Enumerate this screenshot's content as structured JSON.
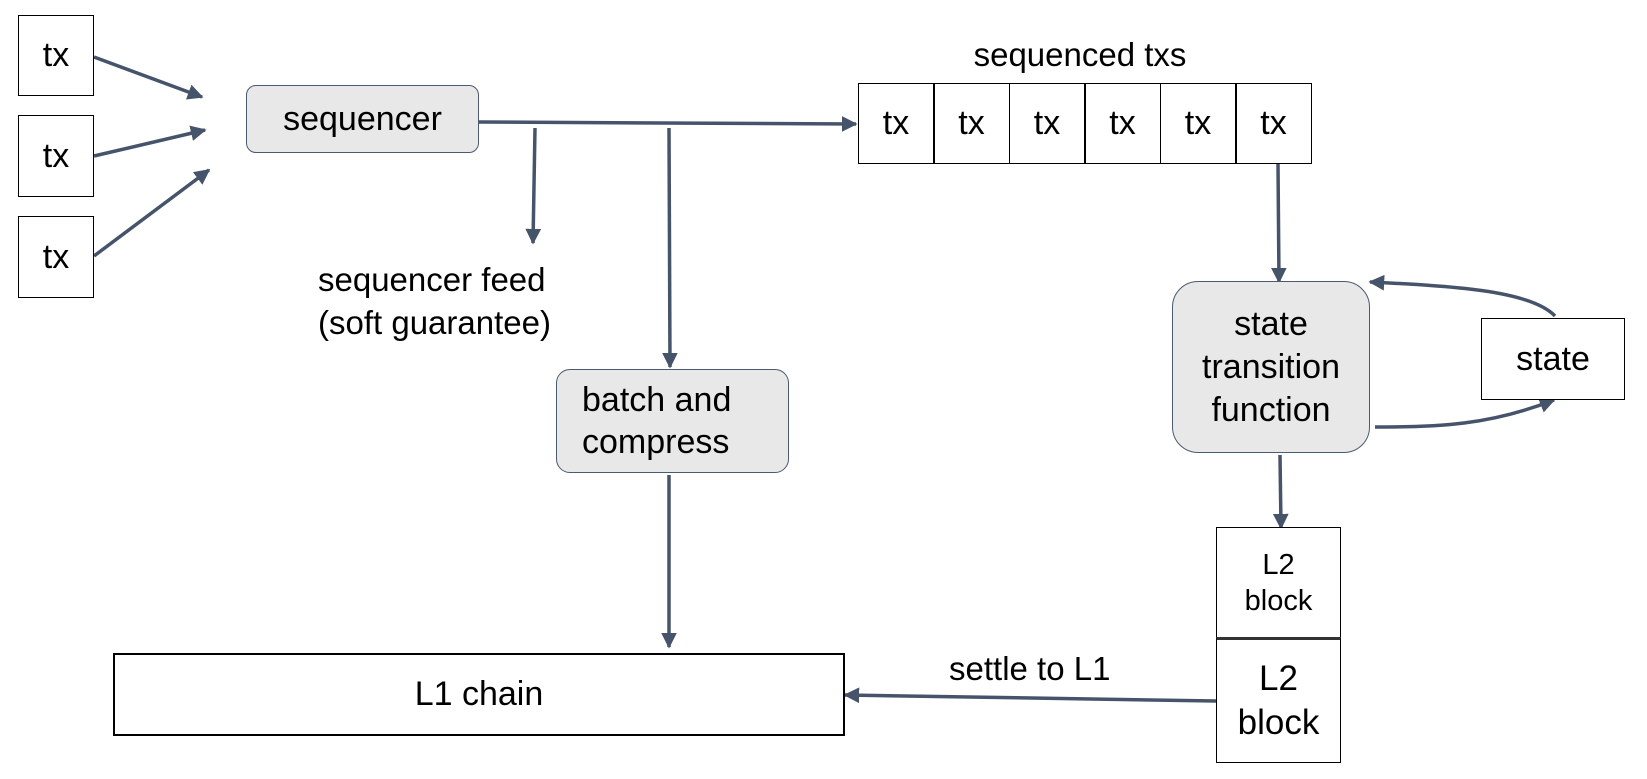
{
  "inputs": {
    "tx_1": "tx",
    "tx_2": "tx",
    "tx_3": "tx"
  },
  "sequencer": "sequencer",
  "sequenced_txs": {
    "title": "sequenced txs",
    "items": [
      "tx",
      "tx",
      "tx",
      "tx",
      "tx",
      "tx"
    ]
  },
  "sequencer_feed": "sequencer feed\n(soft guarantee)",
  "batch_and_compress": "batch and\ncompress",
  "state_transition_function": "state\ntransition\nfunction",
  "state": "state",
  "l2_block_1": "L2\nblock",
  "l2_block_2": "L2\nblock",
  "l1_chain": "L1 chain",
  "settle_label": "settle to L1",
  "colors": {
    "arrow": "#46546b",
    "process_fill": "#e8e8e8",
    "process_border": "#4a5a70",
    "box_border": "#000000",
    "text": "#000000",
    "background": "#ffffff"
  },
  "icons": {
    "flow_arrows": "arrow-icon"
  }
}
